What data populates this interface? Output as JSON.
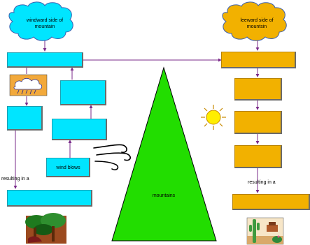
{
  "clouds": {
    "windward": {
      "label": "windward side of mountain",
      "color": "#00e5ff"
    },
    "leeward": {
      "label": "leeward side of mountsin",
      "color": "#f2b100"
    }
  },
  "nodes": {
    "wind_blows": "wind blows",
    "mountains": "mountains",
    "resulting_left": "resulting in a",
    "resulting_right": "resulting in a"
  },
  "colors": {
    "windward_box": "#00e5ff",
    "leeward_box": "#f2b100",
    "mountain": "#22dd00",
    "arrow": "#7a2a8a",
    "sun": "#ffee00"
  },
  "icons": [
    "rain-cloud-icon",
    "sun-icon",
    "wind-icon",
    "forest-icon",
    "desert-cactus-icon"
  ]
}
